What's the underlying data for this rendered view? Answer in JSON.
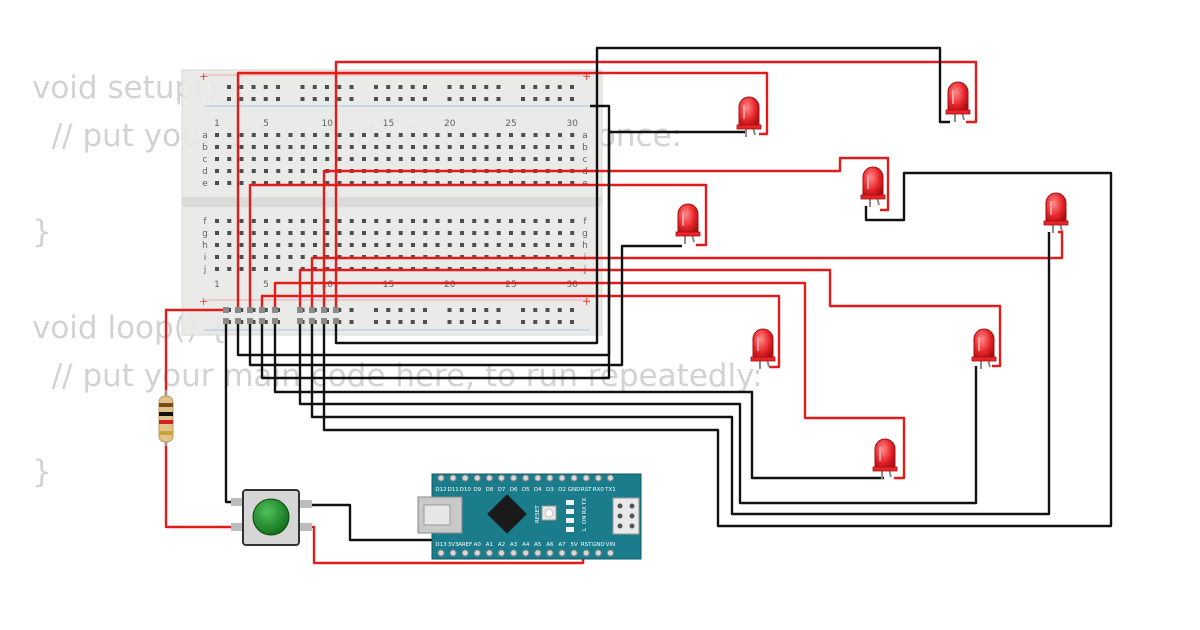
{
  "code_editor": {
    "lines": [
      "void setup() {",
      "  // put your setup code here, to run once:",
      "",
      "}",
      "",
      "void loop() {",
      "  // put your main code here, to run repeatedly:",
      "",
      "}"
    ]
  },
  "breadboard": {
    "column_numbers": [
      "1",
      "5",
      "10",
      "15",
      "20",
      "25",
      "30"
    ],
    "row_letters_top": [
      "a",
      "b",
      "c",
      "d",
      "e"
    ],
    "row_letters_bottom": [
      "f",
      "g",
      "h",
      "i",
      "j"
    ],
    "rail_plus": "+",
    "rail_minus": "-"
  },
  "arduino_nano": {
    "top_pins": [
      "D12",
      "D11",
      "D10",
      "D9",
      "D8",
      "D7",
      "D6",
      "D5",
      "D4",
      "D3",
      "D2",
      "GND",
      "RST",
      "RX0",
      "TX1"
    ],
    "bottom_pins": [
      "D13",
      "3V3",
      "AREF",
      "A0",
      "A1",
      "A2",
      "A3",
      "A4",
      "A5",
      "A6",
      "A7",
      "5V",
      "RST",
      "GND",
      "VIN"
    ],
    "side_labels": [
      "TX",
      "RX",
      "ON",
      "L"
    ],
    "reset_label": "RESET"
  },
  "components": {
    "led_color": "#e8262a",
    "wire_red": "#e21b1b",
    "wire_black": "#111111",
    "button_color": "#1f8f2a",
    "board_color": "#1b7c8c"
  }
}
